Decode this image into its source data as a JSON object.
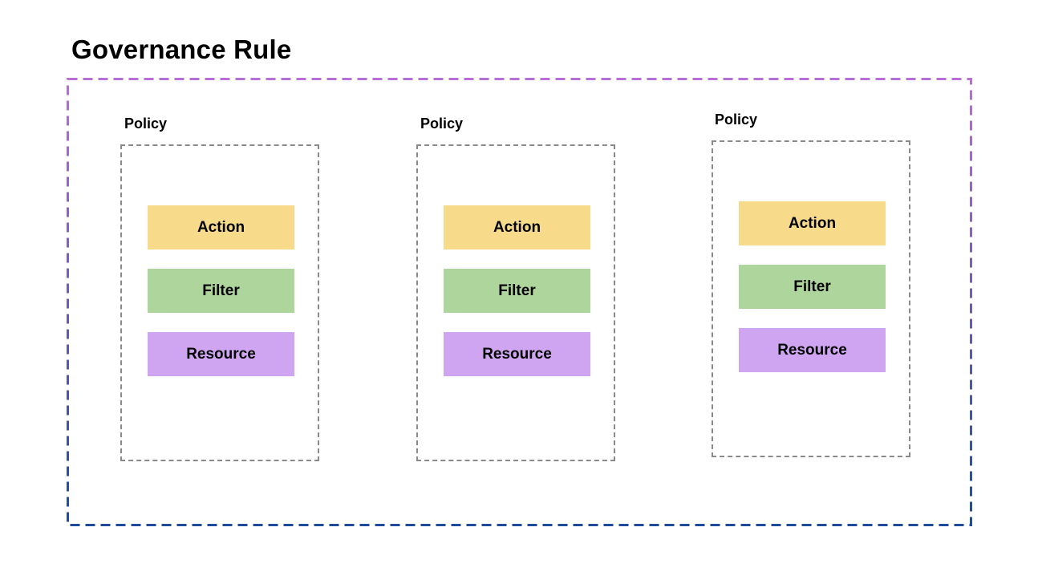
{
  "title": "Governance Rule",
  "colors": {
    "frame_top": "#b86fd6",
    "frame_bottom": "#1f4b9a",
    "policy_border": "#8a8a8a",
    "action": "#f7da8a",
    "filter": "#aed59c",
    "resource": "#cfa5f1"
  },
  "policies": [
    {
      "label": "Policy",
      "blocks": [
        {
          "label": "Action",
          "kind": "action"
        },
        {
          "label": "Filter",
          "kind": "filter"
        },
        {
          "label": "Resource",
          "kind": "resource"
        }
      ]
    },
    {
      "label": "Policy",
      "blocks": [
        {
          "label": "Action",
          "kind": "action"
        },
        {
          "label": "Filter",
          "kind": "filter"
        },
        {
          "label": "Resource",
          "kind": "resource"
        }
      ]
    },
    {
      "label": "Policy",
      "blocks": [
        {
          "label": "Action",
          "kind": "action"
        },
        {
          "label": "Filter",
          "kind": "filter"
        },
        {
          "label": "Resource",
          "kind": "resource"
        }
      ]
    }
  ]
}
